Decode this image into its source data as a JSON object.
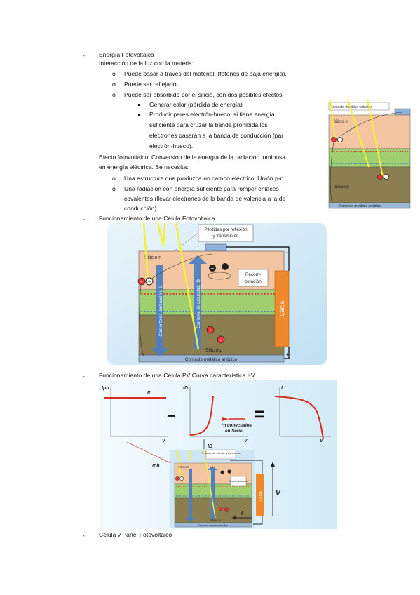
{
  "sections": {
    "s1_title": "Energía Fotovoltaica",
    "s1_sub": "Interacción de la luz con la materia:",
    "s1_items": [
      "Puede pasar a través del material. (fotones de baja energía).",
      "Puede ser reflejado",
      "Puede ser absorbido por el silicio, con dos posibles efectos:"
    ],
    "s1_subitems": [
      "Generar calor (pérdida de energía)",
      "Producir pares electrón-hueco, si tiene energía",
      "suficiente para cruzar la banda prohibida los",
      "electrones pasarán a la banda de conducción (par",
      "electrón-hueco)."
    ],
    "efecto_1": "Efecto fotovoltaico: Conversión de la energía de la radiación luminosa",
    "efecto_2": "en energía eléctrica. Se necesita:",
    "efecto_items": [
      "Una estructura que produzca un campo eléctrico: Unión p-n.",
      "Una radiación con energía suficiente para romper enlaces",
      "covalentes (llevar electrones de la banda de valencia a la de",
      "conducción)"
    ],
    "s2_title": "Funcionamiento de una Célula Fotovoltaica",
    "s3_title": "Funcionamiento de una Célula PV Curva característica I-V",
    "s4_title": "Célula y Panel Fotovoltaico"
  },
  "bullets": {
    "circle": "o",
    "dash": "-"
  },
  "small_fig": {
    "contacto_catodico": "Contacto metálico catódico",
    "silicio_n": "Silicio n",
    "silicio_p": "Silicio p",
    "contacto_anodico": "Contacto metálico anódico"
  },
  "cell_fig": {
    "perdidas_1": "Pérdidas por reflexión",
    "perdidas_2": "y transmisión",
    "silicio_n": "Silicio n",
    "silicio_p": "Silicio p",
    "recomb_1": "Recom-",
    "recomb_2": "binación",
    "corriente_il": "Corriente de iluminación: IL",
    "corriente_id": "Corriente de oscuridad: ID",
    "carga": "Carga",
    "contacto_anodico": "Contacto metálico anódico",
    "minus": "-",
    "plus": "+"
  },
  "iv_fig": {
    "iph": "Iph",
    "il": "IL",
    "v": "V",
    "id": "ID",
    "i": "I",
    "n_serie_1": "*n conectados",
    "n_serie_2": "en Serie",
    "minus_op": "−",
    "equals_op": "=",
    "perdidas": "Pérdidas por reflexión y transmisión",
    "silicio_n": "Silicio n",
    "silicio_p": "Silicio p",
    "recomb": "Recom- binación",
    "carga": "Carga",
    "contacto": "Contacto metálico anódico",
    "v_big": "V",
    "i_big": "I"
  },
  "colors": {
    "n_layer": "#f3c6a1",
    "junction": "#9fcf6e",
    "p_layer": "#8b7f4f",
    "contact": "#9db7d8",
    "arrow_blue": "#4f7fc1",
    "load": "#ef8a2c",
    "ray": "#f4ef3a",
    "red_curve": "#d92b1f",
    "panel_bg": "#cfe6f4"
  }
}
